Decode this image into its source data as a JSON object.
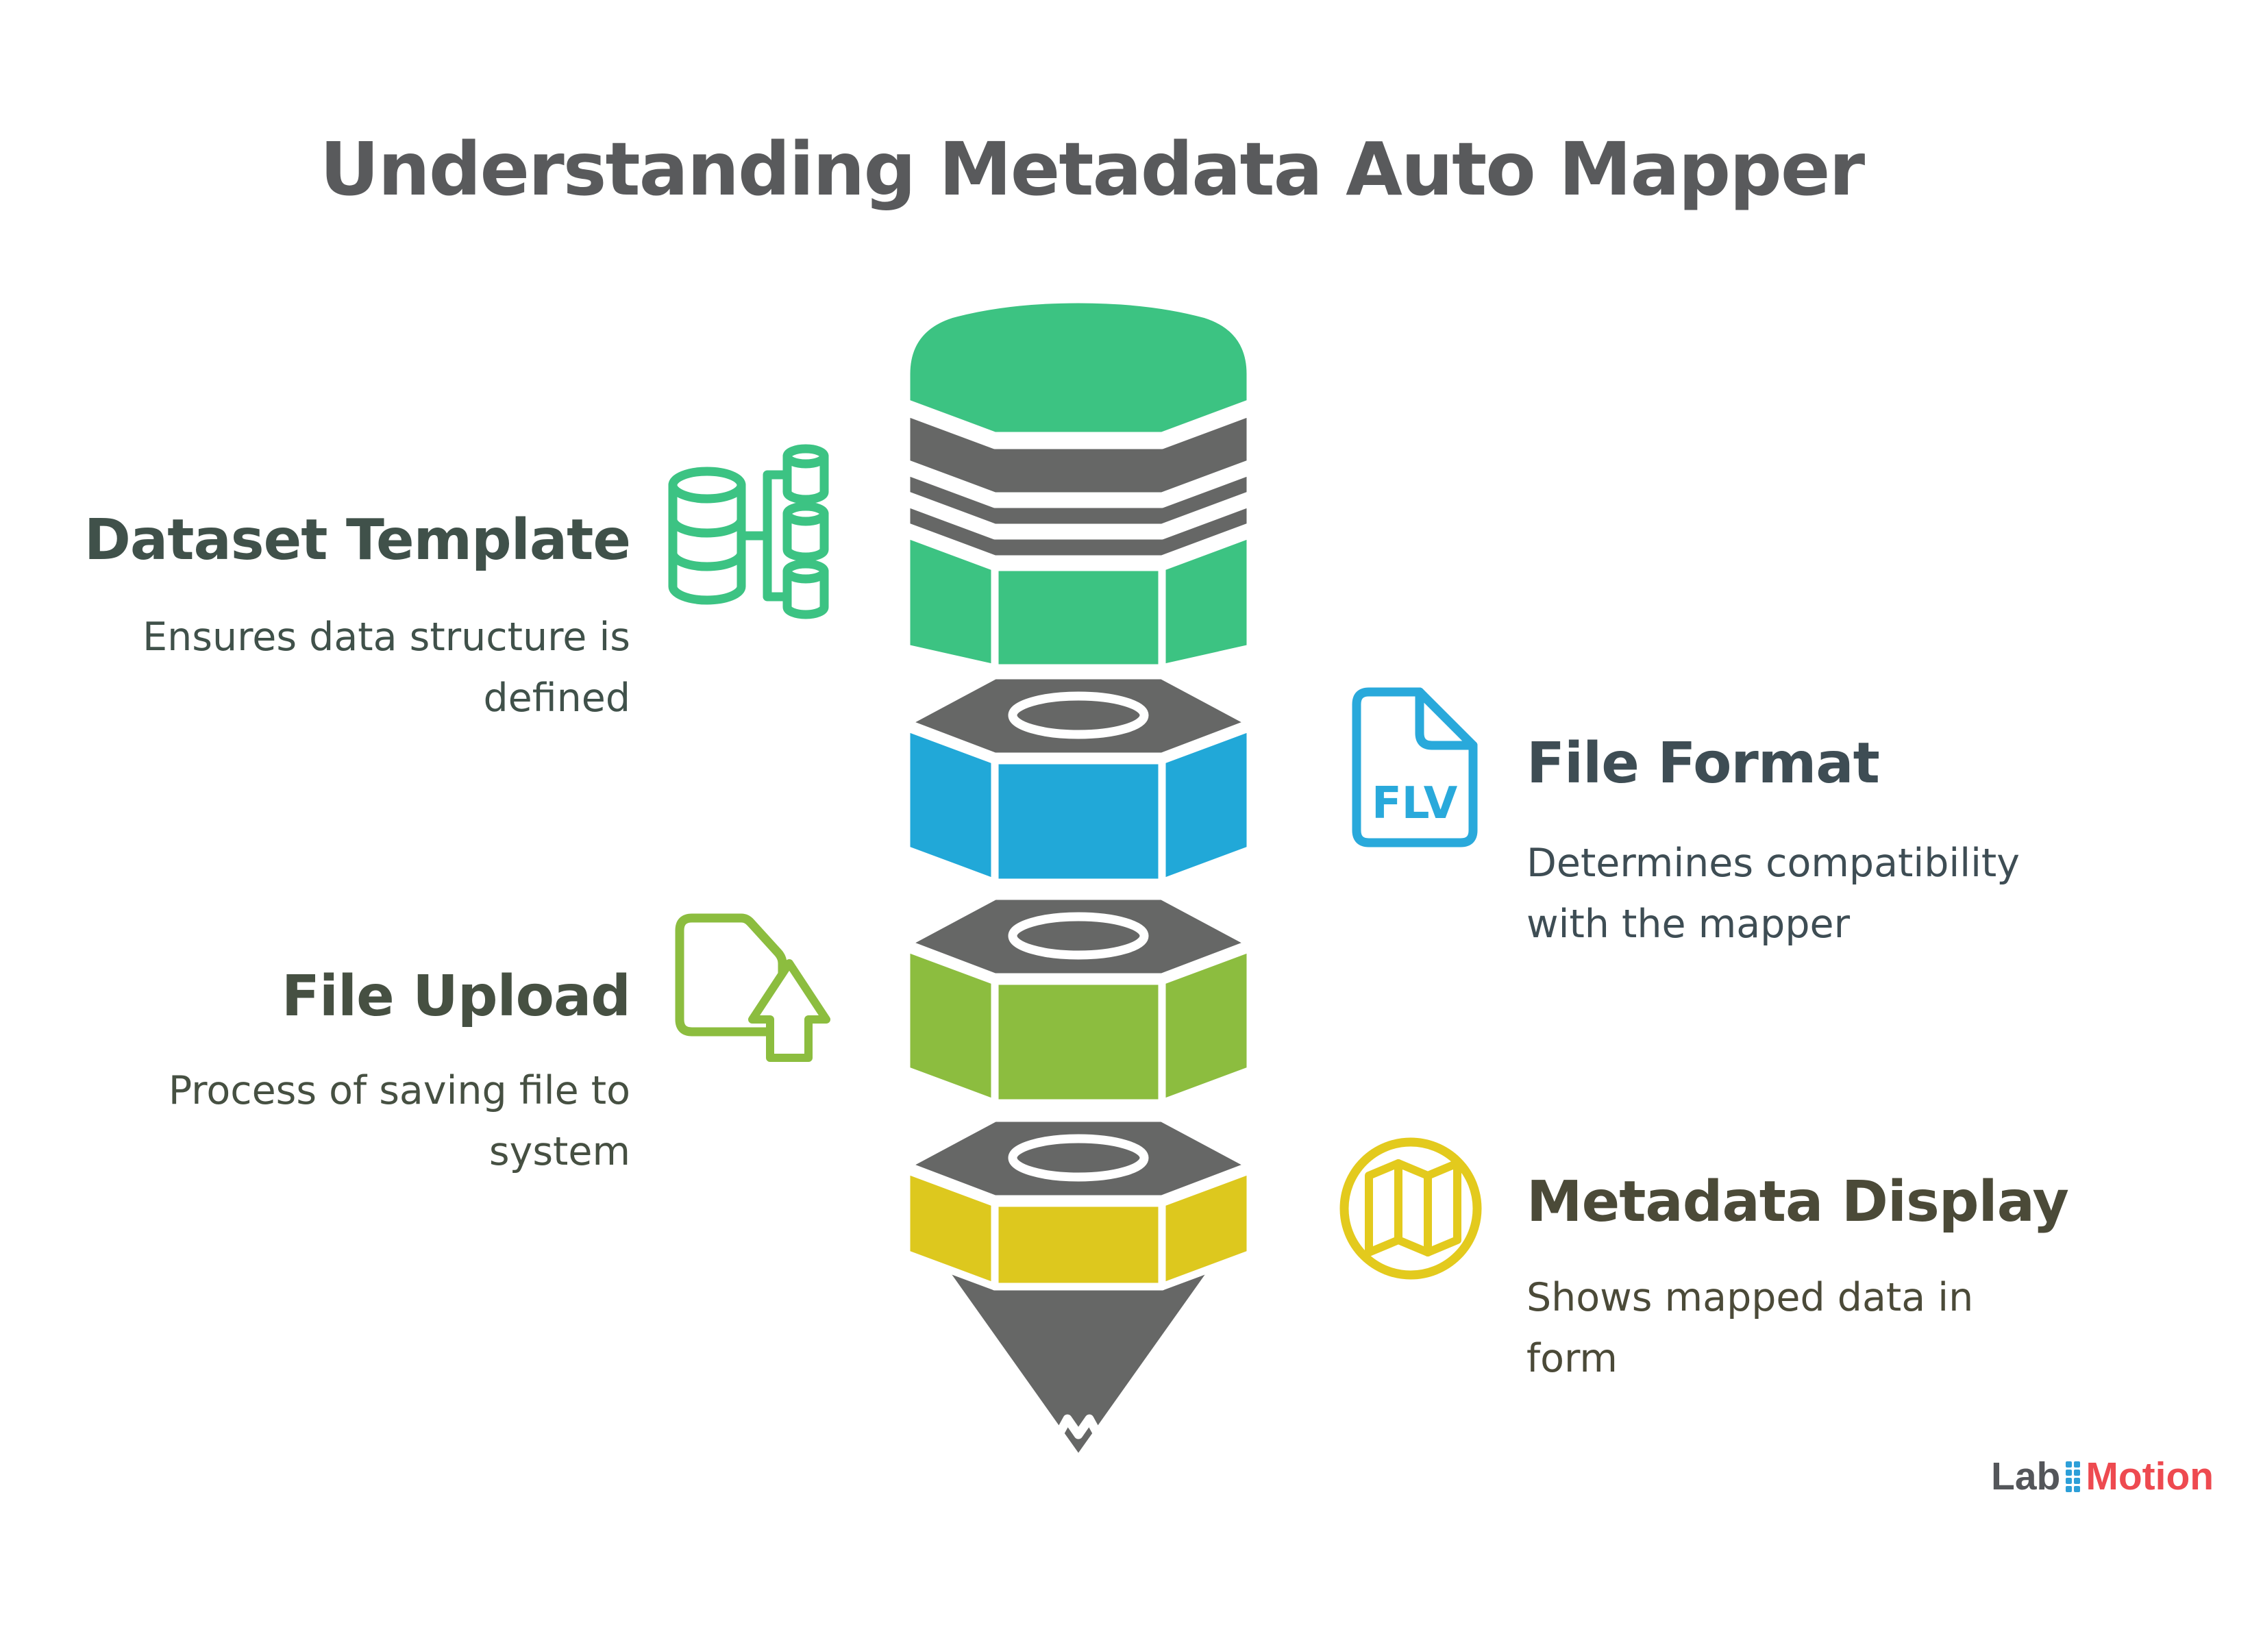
{
  "title": {
    "text": "Understanding Metadata Auto Mapper",
    "color": "#595a5c"
  },
  "pencil": {
    "eraser_color": "#3cc382",
    "metal_color": "#666766",
    "tip_color": "#666766",
    "divider_color": "#ffffff",
    "segment_colors": [
      "#3cc382",
      "#21a8d8",
      "#8cbd3f",
      "#ddc81e"
    ]
  },
  "sections": [
    {
      "heading": "Dataset Template",
      "heading_color": "#40514a",
      "desc_lines": [
        "Ensures data structure is",
        "defined"
      ],
      "icon": "database-tree-icon",
      "accent": "#3cc383",
      "side": "left"
    },
    {
      "heading": "File Format",
      "heading_color": "#3e4d54",
      "desc_lines": [
        "Determines compatibility",
        "with the mapper"
      ],
      "icon": "flv-file-icon",
      "icon_label": "FLV",
      "accent": "#29a9db",
      "side": "right"
    },
    {
      "heading": "File Upload",
      "heading_color": "#465042",
      "desc_lines": [
        "Process of saving file to",
        "system"
      ],
      "icon": "file-upload-icon",
      "accent": "#8cbd3f",
      "side": "left"
    },
    {
      "heading": "Metadata Display",
      "heading_color": "#4b4a38",
      "desc_lines": [
        "Shows mapped data in",
        "form"
      ],
      "icon": "folded-map-icon",
      "accent": "#e3ca1d",
      "side": "right"
    }
  ],
  "brand": {
    "lab": "Lab",
    "motion": "Motion",
    "lab_color": "#54565a",
    "motion_color": "#ee4a50",
    "dots_color": "#2d9fd8"
  }
}
